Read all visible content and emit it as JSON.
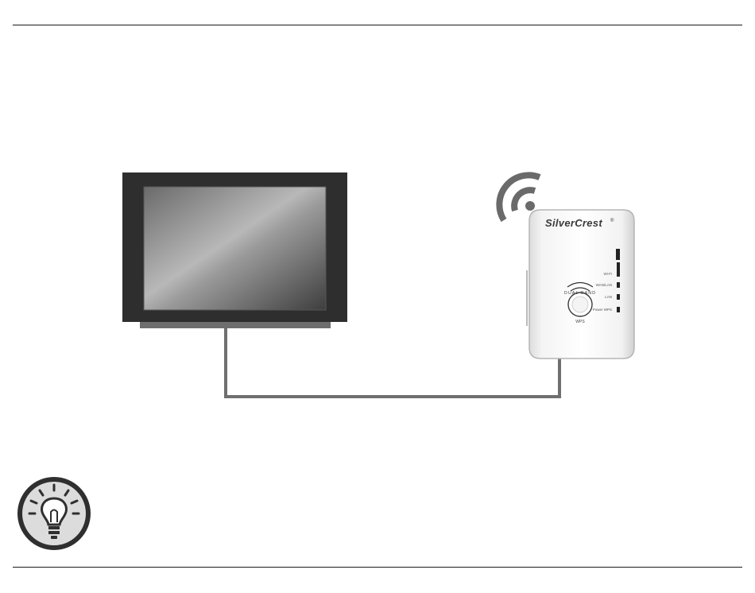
{
  "diagram": {
    "router": {
      "brand": "SilverCrest",
      "brand_mark": "®",
      "leds": [
        "Wi-Fi",
        "WAN/LAN",
        "LAN",
        "Power WPS"
      ],
      "button_ring": "DUAL BAND",
      "button_label": "WPS"
    }
  },
  "icons": {
    "tip": "lightbulb-icon",
    "wifi": "wifi-signal-icon"
  }
}
